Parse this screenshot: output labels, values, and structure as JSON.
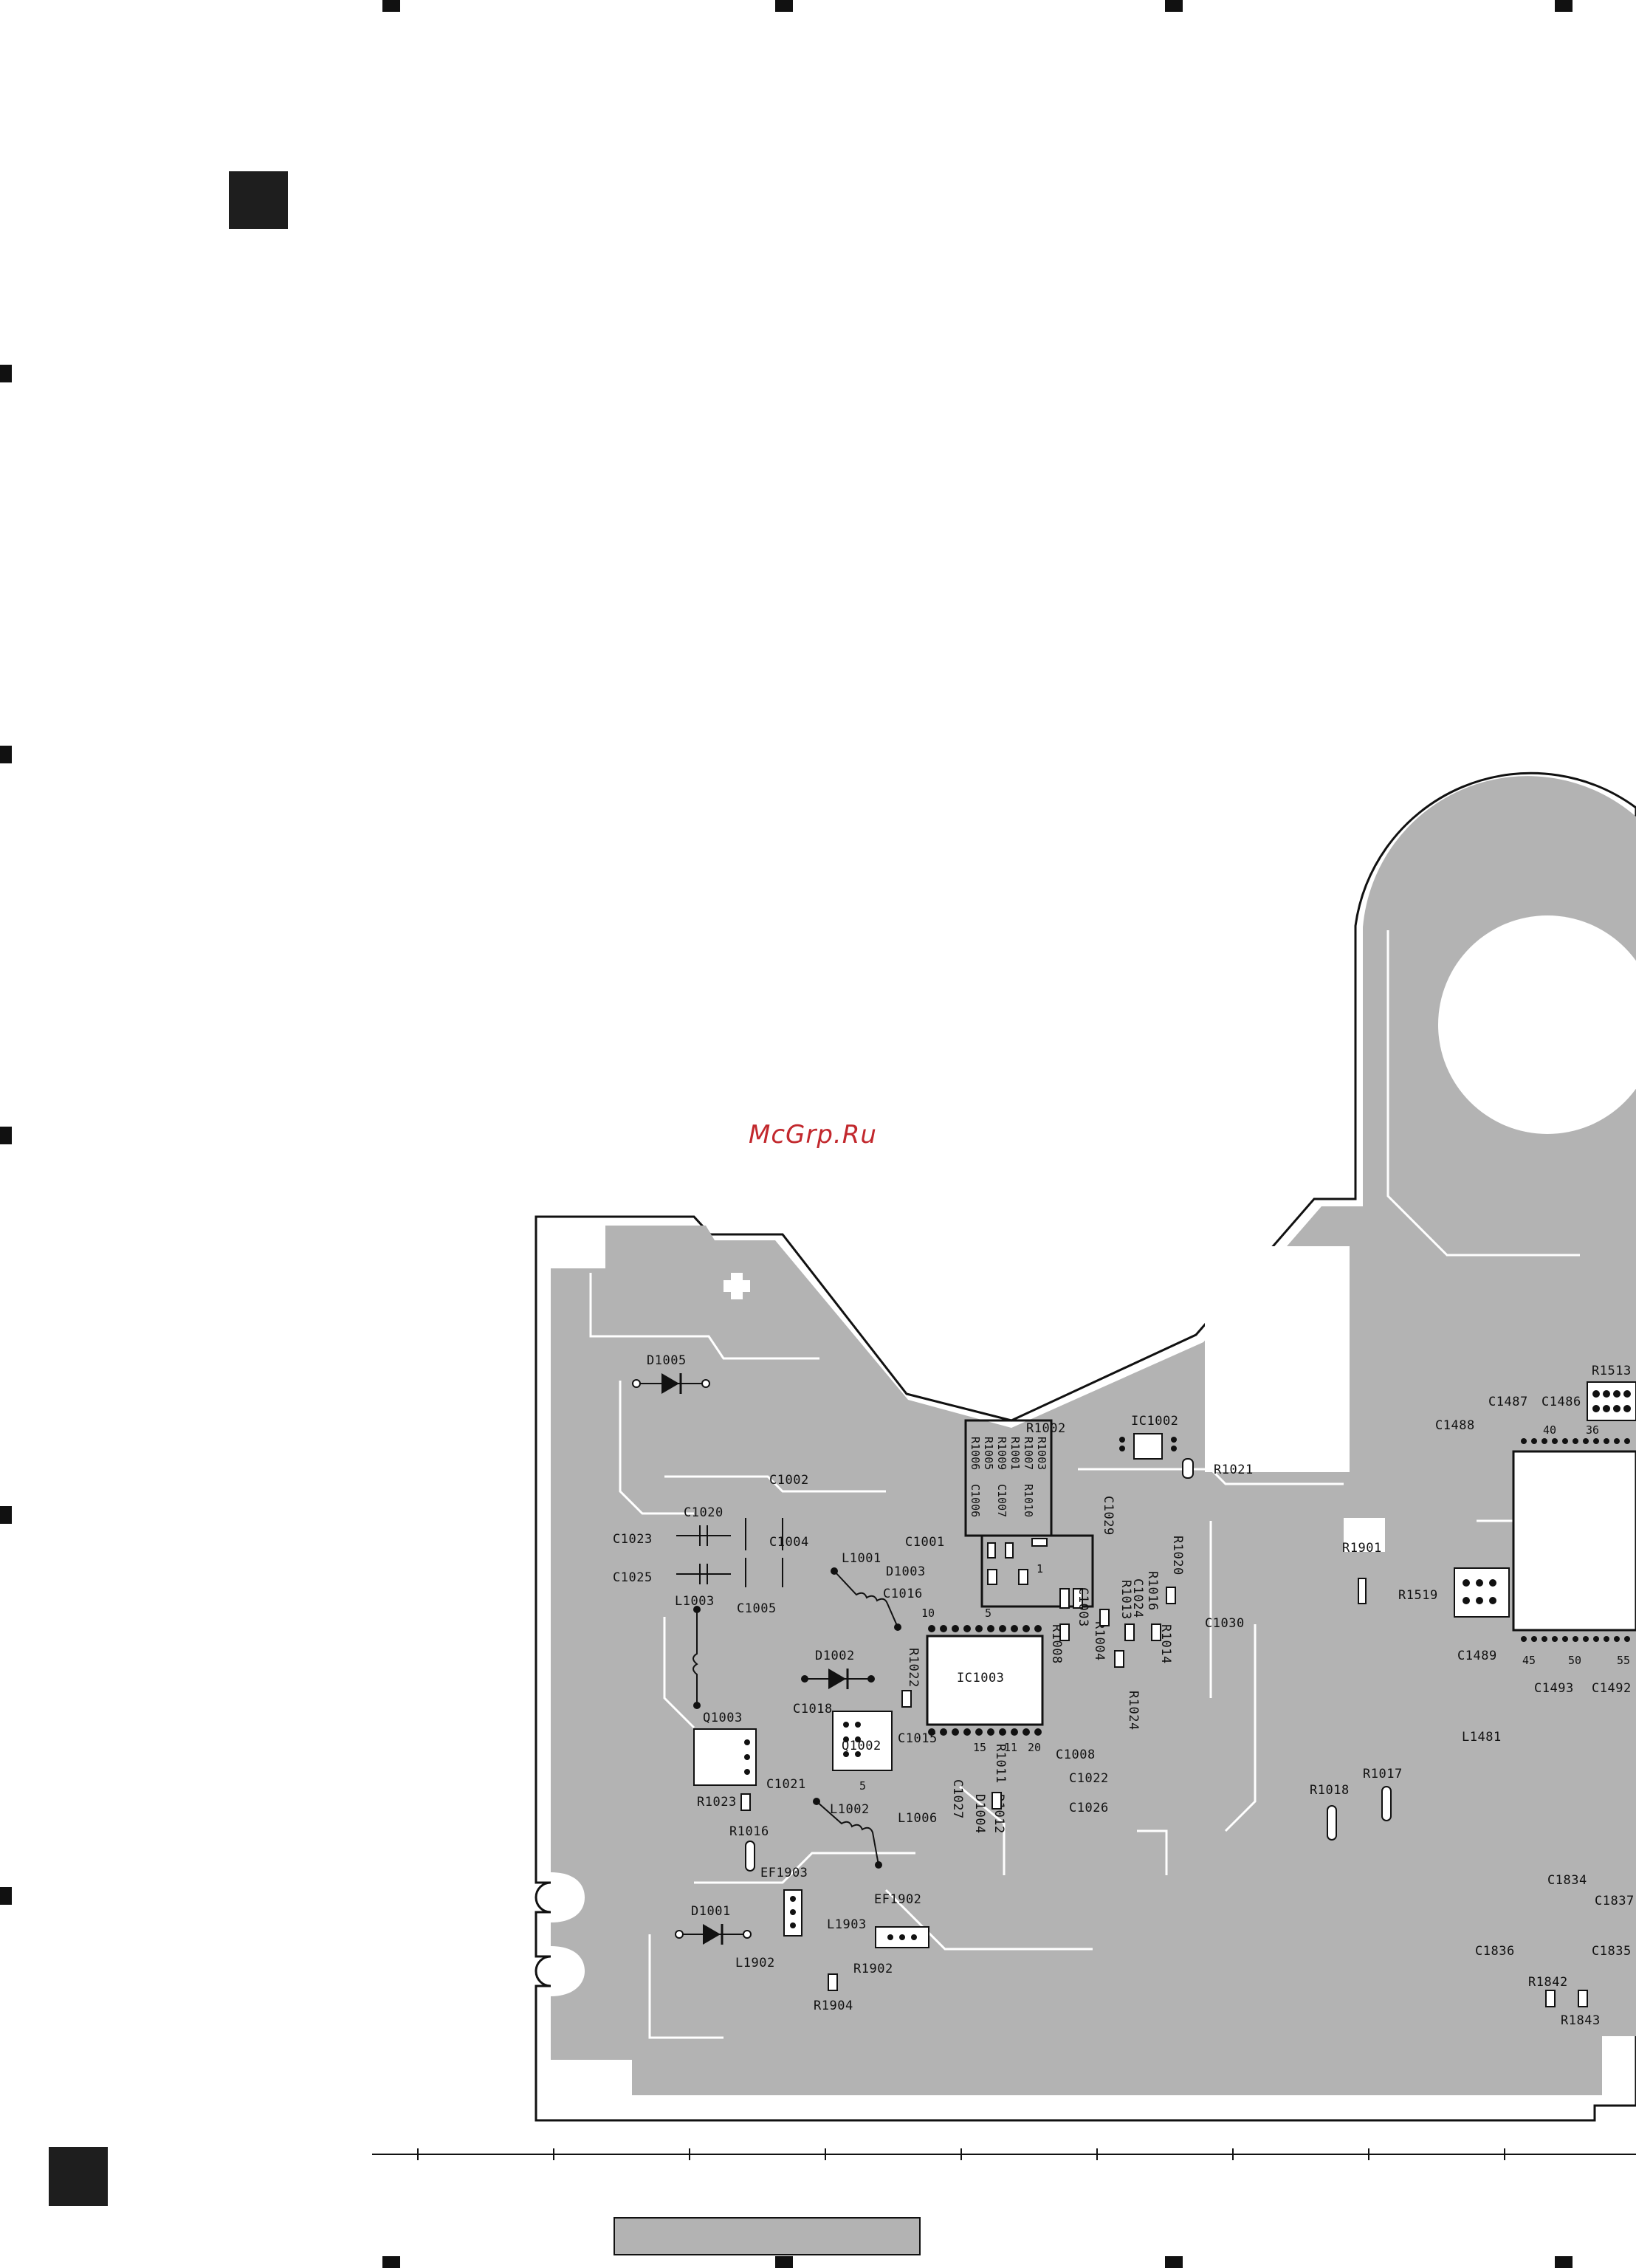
{
  "watermark": "McGrp.Ru",
  "colors": {
    "board_fill": "#b3b3b3",
    "outline": "#111111",
    "watermark": "#c2282d",
    "marker": "#1e1e1e"
  },
  "components": {
    "D1005": "D1005",
    "D1001": "D1001",
    "D1002": "D1002",
    "D1003": "D1003",
    "D1004": "D1004",
    "C1001": "C1001",
    "C1002": "C1002",
    "C1003": "C1003",
    "C1004": "C1004",
    "C1005": "C1005",
    "C1006": "C1006",
    "C1007": "C1007",
    "C1008": "C1008",
    "C1015": "C1015",
    "C1016": "C1016",
    "C1018": "C1018",
    "C1020": "C1020",
    "C1021": "C1021",
    "C1022": "C1022",
    "C1023": "C1023",
    "C1024": "C1024",
    "C1025": "C1025",
    "C1026": "C1026",
    "C1027": "C1027",
    "C1029": "C1029",
    "C1030": "C1030",
    "C1486": "C1486",
    "C1487": "C1487",
    "C1488": "C1488",
    "C1489": "C1489",
    "C1492": "C1492",
    "C1493": "C1493",
    "C1834": "C1834",
    "C1835": "C1835",
    "C1836": "C1836",
    "C1837": "C1837",
    "R1001": "R1001",
    "R1002": "R1002",
    "R1003": "R1003",
    "R1004": "R1004",
    "R1005": "R1005",
    "R1006": "R1006",
    "R1007": "R1007",
    "R1008": "R1008",
    "R1009": "R1009",
    "R1010": "R1010",
    "R1011": "R1011",
    "R1012": "R1012",
    "R1013": "R1013",
    "R1014": "R1014",
    "R1016": "R1016",
    "R1016b": "R1016",
    "R1017": "R1017",
    "R1018": "R1018",
    "R1020": "R1020",
    "R1021": "R1021",
    "R1022": "R1022",
    "R1023": "R1023",
    "R1024": "R1024",
    "R1513": "R1513",
    "R1519": "R1519",
    "R1842": "R1842",
    "R1843": "R1843",
    "R1901": "R1901",
    "R1902": "R1902",
    "R1904": "R1904",
    "IC1002": "IC1002",
    "IC1003": "IC1003",
    "L1001": "L1001",
    "L1002": "L1002",
    "L1003": "L1003",
    "L1006": "L1006",
    "L1481": "L1481",
    "L1902": "L1902",
    "L1903": "L1903",
    "Q1002": "Q1002",
    "Q1003": "Q1003",
    "EF1902": "EF1902",
    "EF1903": "EF1903"
  },
  "pin_numbers": {
    "p1": "1",
    "p5a": "5",
    "p5b": "5",
    "p10": "10",
    "p11": "11",
    "p15": "15",
    "p20": "20",
    "p40": "40",
    "p45": "45",
    "p50": "50",
    "p55": "55",
    "p36": "36"
  }
}
